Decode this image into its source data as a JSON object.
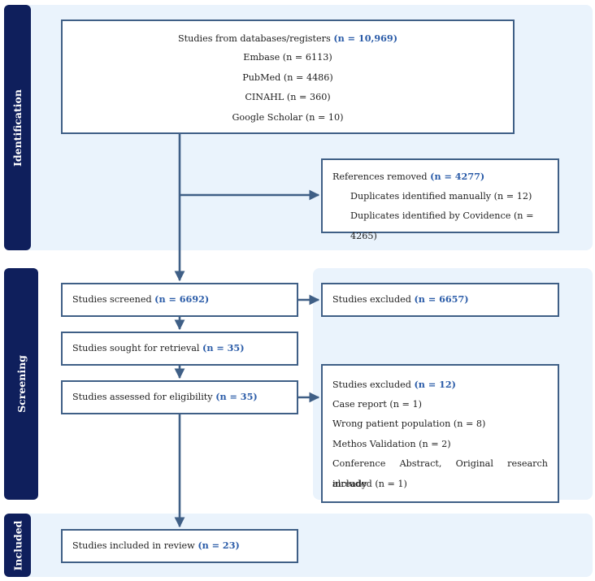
{
  "stages": {
    "identification": "Identification",
    "screening": "Screening",
    "included": "Included"
  },
  "boxes": {
    "databases": {
      "title": "Studies from databases/registers",
      "count": "(n = 10,969)",
      "sources": [
        "Embase (n = 6113)",
        "PubMed (n = 4486)",
        "CINAHL (n = 360)",
        "Google Scholar (n = 10)"
      ]
    },
    "references_removed": {
      "title": "References removed",
      "count": "(n = 4277)",
      "details": [
        "Duplicates identified manually (n = 12)",
        "Duplicates identified by Covidence (n = 4265)"
      ]
    },
    "screened": {
      "title": "Studies screened",
      "count": "(n = 6692)"
    },
    "excluded_screening": {
      "title": "Studies excluded",
      "count": "(n = 6657)"
    },
    "sought_retrieval": {
      "title": "Studies sought for retrieval",
      "count": "(n = 35)"
    },
    "assessed_eligibility": {
      "title": "Studies assessed for eligibility",
      "count": "(n = 35)"
    },
    "excluded_eligibility": {
      "title": "Studies excluded",
      "count": "(n = 12)",
      "reasons": [
        "Case report (n = 1)",
        "Wrong patient population (n = 8)",
        "Methos Validation (n = 2)",
        "Conference Abstract, Original research already",
        "included (n = 1)"
      ]
    },
    "included_review": {
      "title": "Studies included in review",
      "count": "(n = 23)"
    }
  },
  "colors": {
    "stage_label_bg": "#0f1f5c",
    "band_bg": "#eaf3fc",
    "box_border": "#3f5f86",
    "arrow": "#3f5f86",
    "highlight": "#2b5ca8"
  }
}
